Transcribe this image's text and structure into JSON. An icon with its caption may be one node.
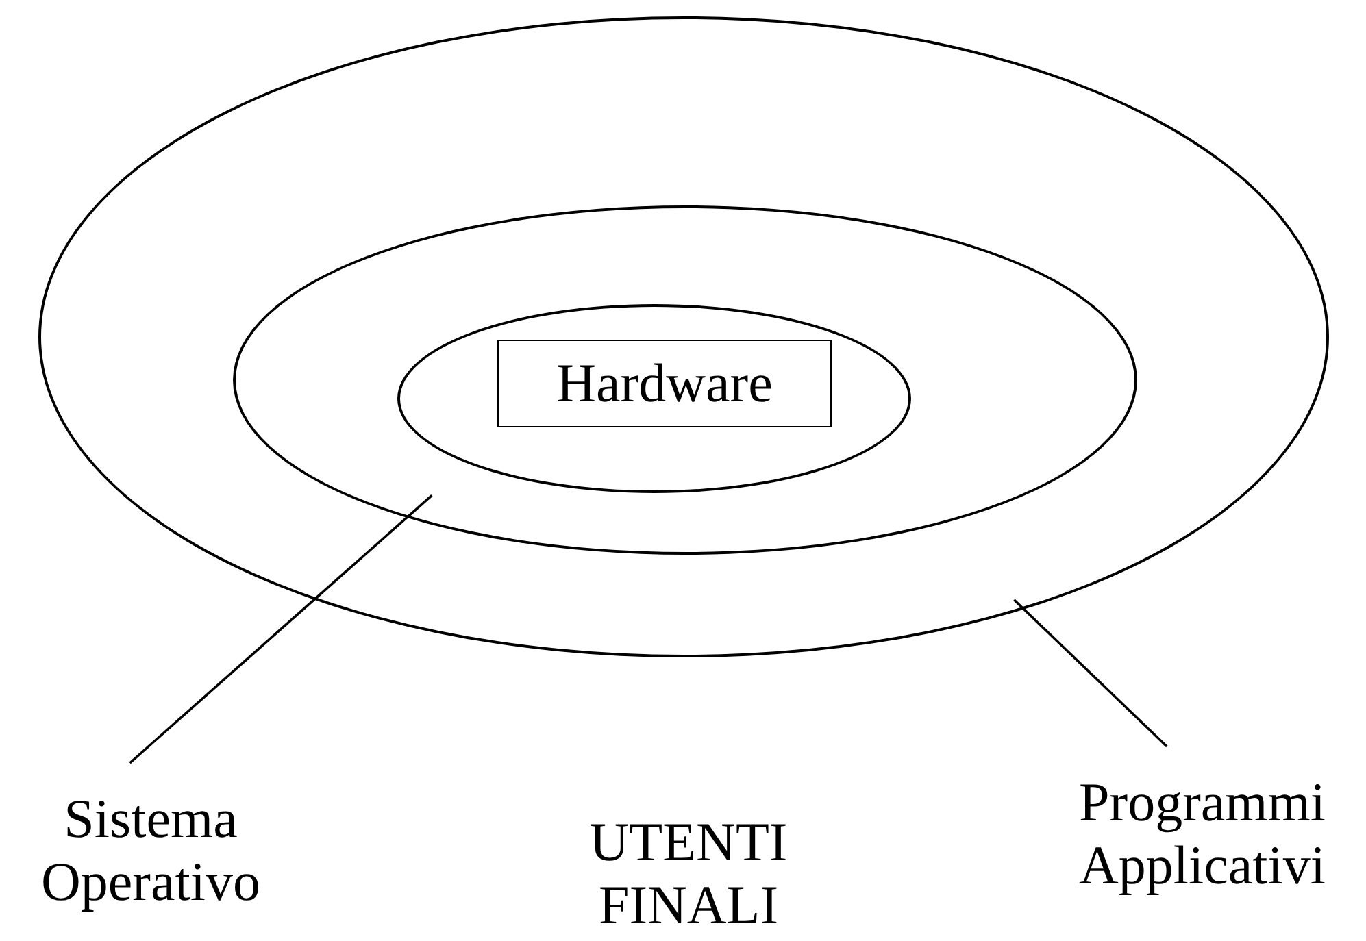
{
  "diagram": {
    "nodes": [
      {
        "text": [],
        "shape": "ellipse"
      },
      {
        "text": [],
        "shape": "ellipse",
        "in": 0
      },
      {
        "text": [],
        "shape": "ellipse",
        "in": 1
      },
      {
        "text": [
          "Hardware"
        ],
        "in": 2
      },
      {
        "text": [
          "Sistema Operativo"
        ]
      },
      {
        "text": [
          "Programmi Applicativi"
        ]
      }
    ],
    "edges": [
      {
        "from": 4,
        "to": 1,
        "arrow": "none"
      },
      {
        "from": 5,
        "to": 0,
        "arrow": "none"
      }
    ],
    "labels": [
      "UTENTI FINALI"
    ]
  }
}
